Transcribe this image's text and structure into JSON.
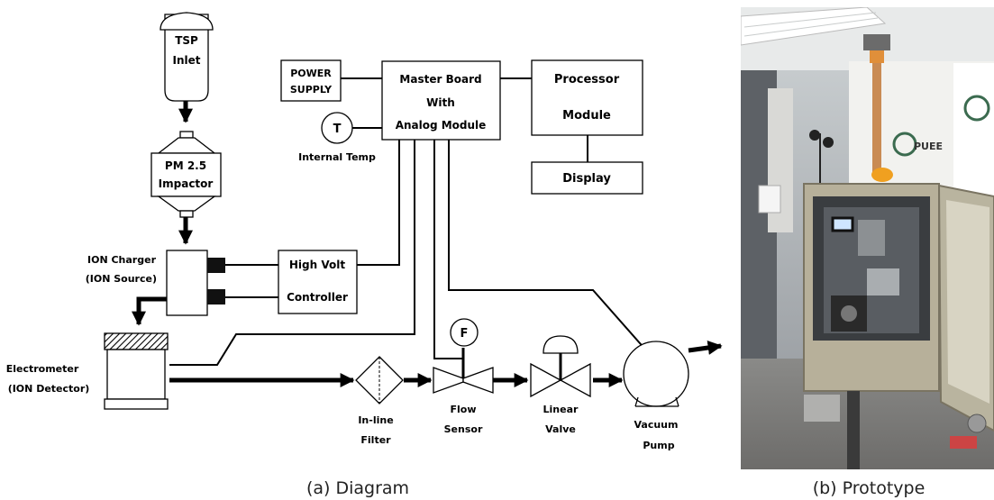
{
  "diagram": {
    "inlet": [
      "TSP",
      "Inlet"
    ],
    "impactor": [
      "PM 2.5",
      "Impactor"
    ],
    "charger": [
      "ION Charger",
      "(ION Source)"
    ],
    "electrometer": [
      "Electrometer",
      "(ION Detector)"
    ],
    "power_supply": [
      "POWER",
      "SUPPLY"
    ],
    "master_board": [
      "Master Board",
      "With",
      "Analog Module"
    ],
    "processor": [
      "Processor",
      "Module"
    ],
    "display": "Display",
    "temp_symbol": "T",
    "internal_temp": "Internal Temp",
    "high_volt": "High Volt",
    "controller": "Controller",
    "flow_symbol": "F",
    "filter": [
      "In-line",
      "Filter"
    ],
    "flow_sensor": [
      "Flow",
      "Sensor"
    ],
    "linear_valve": [
      "Linear",
      "Valve"
    ],
    "vacuum_pump": [
      "Vacuum",
      "Pump"
    ]
  },
  "photo_sign": "PUEE",
  "captions": {
    "diagram": "(a) Diagram",
    "prototype": "(b) Prototype"
  }
}
